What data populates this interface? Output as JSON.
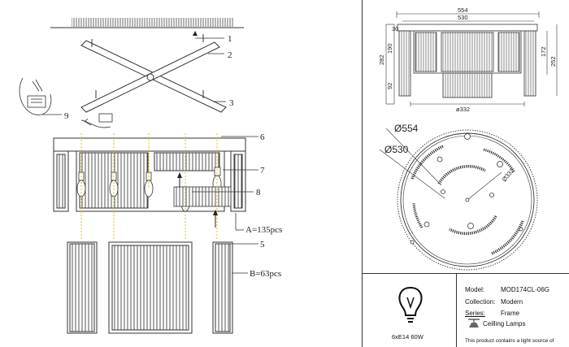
{
  "assembly": {
    "callouts": [
      "1",
      "2",
      "3",
      "5",
      "6",
      "7",
      "8",
      "9"
    ],
    "parts_a": "A=135pcs",
    "parts_b": "B=63pcs"
  },
  "front_view_dims": {
    "overall_width": "554",
    "inner_width": "530",
    "top_offset": "30",
    "overall_height": "282",
    "upper_height": "190",
    "lower_height": "92",
    "right_height_inner": "172",
    "right_height_outer": "252",
    "bottom_diameter": "ø332"
  },
  "top_view_dims": {
    "outer_diameter": "Ø554",
    "inner_diameter": "Ø530",
    "center_diameter": "Ø332"
  },
  "spec": {
    "bulb_label": "6xE14 60W",
    "model_label": "Model:",
    "model_value": "MOD174CL-06G",
    "collection_label": "Collection:",
    "collection_value": "Modern",
    "series_label": "Series:",
    "series_value": "Frame",
    "type_value": "Ceilling Lamps",
    "footer_text": "This product contains a light source of"
  }
}
